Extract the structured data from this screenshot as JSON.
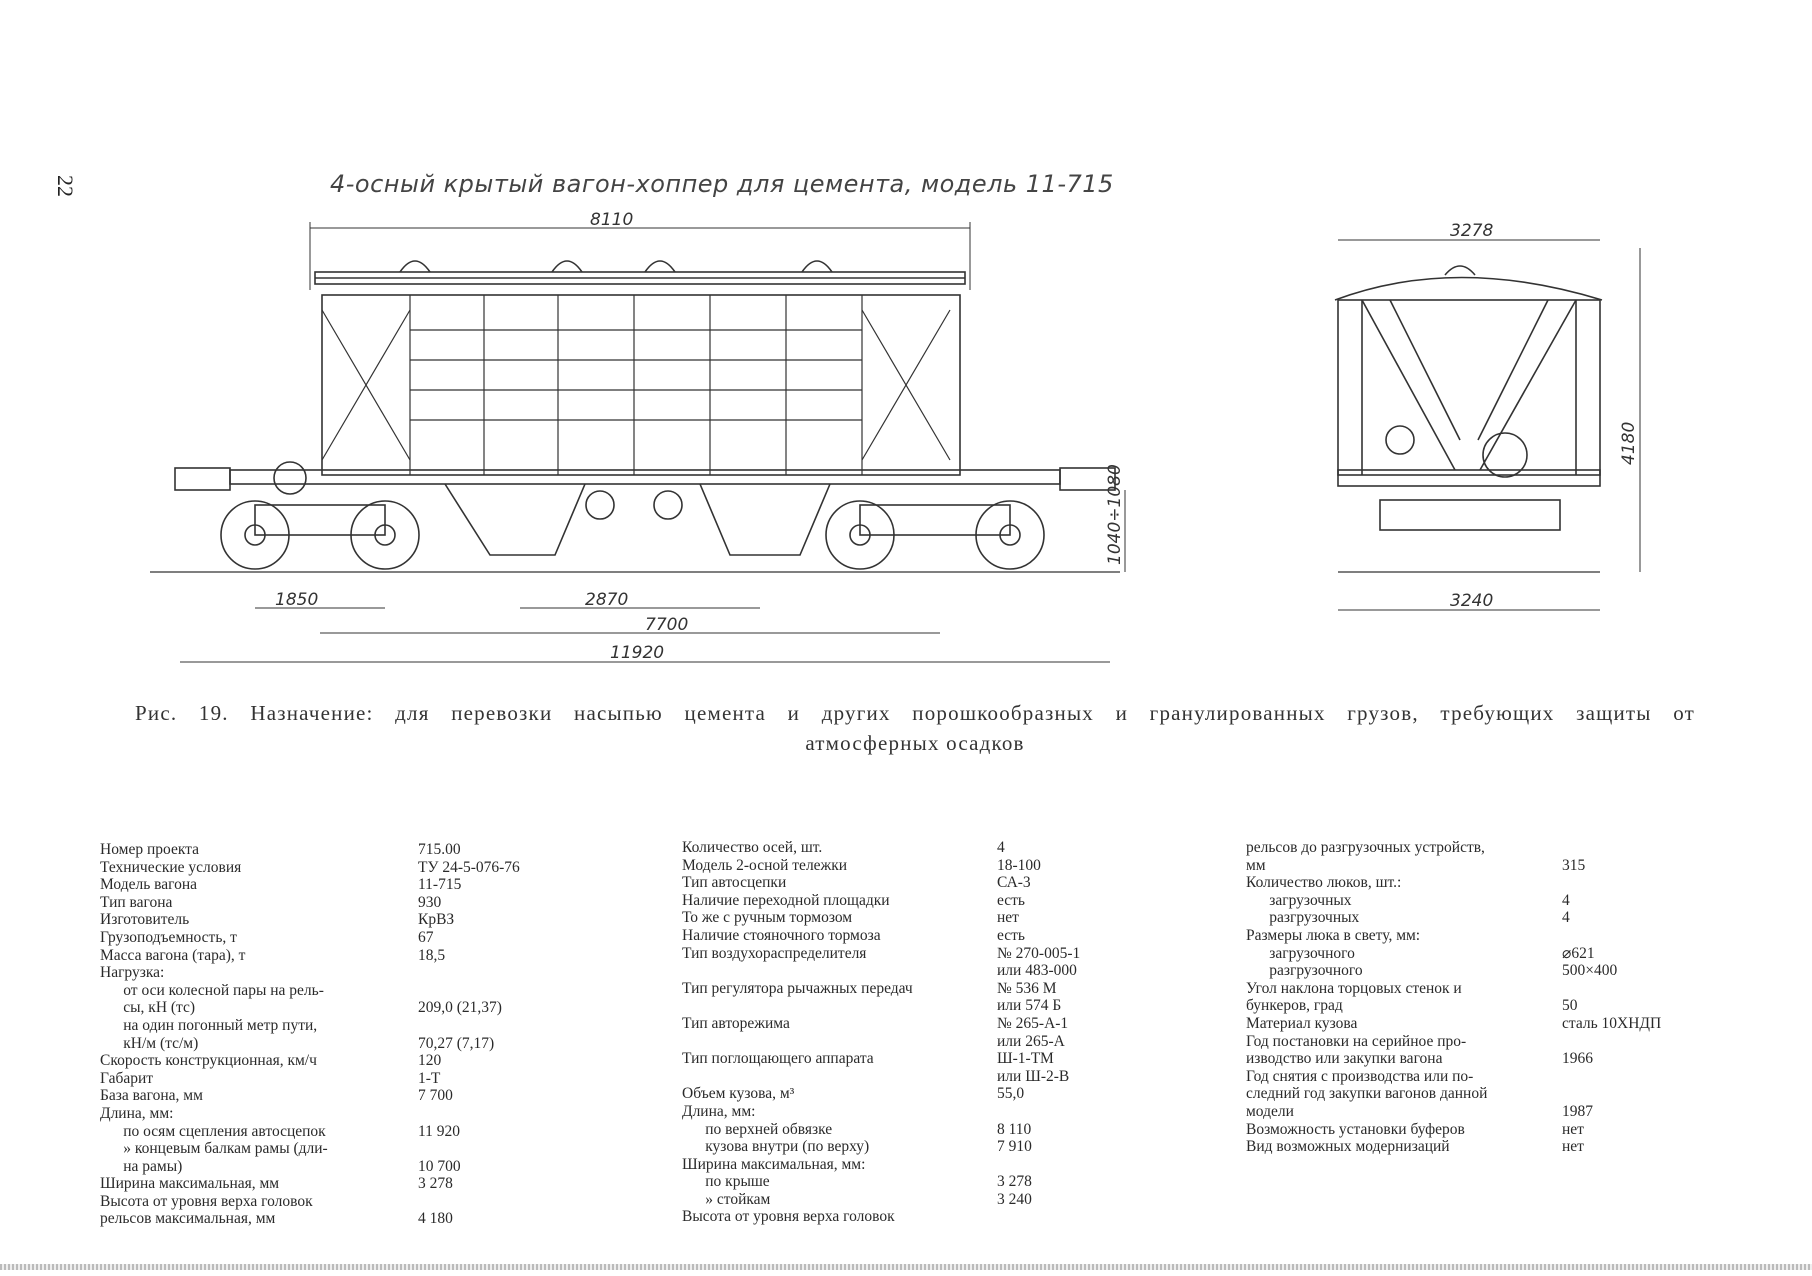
{
  "page_number": "22",
  "drawing_title": "4-осный крытый вагон-хоппер для цемента, модель 11-715",
  "dimensions": {
    "length_top": "8110",
    "bogie_wheelbase": "1850",
    "between_hoppers": "2870",
    "base": "7700",
    "length_total": "11920",
    "coupler_height": "1040÷1080",
    "end_width_top": "3278",
    "end_width_bottom": "3240",
    "end_height": "4180"
  },
  "caption": {
    "line1": "Рис. 19. Назначение: для перевозки насыпью цемента и других порошкообразных и гранулированных грузов, требующих защиты от",
    "line2": "атмосферных осадков"
  },
  "col1": [
    {
      "label": "Номер проекта",
      "value": "715.00"
    },
    {
      "label": "Технические условия",
      "value": "ТУ 24-5-076-76"
    },
    {
      "label": "Модель вагона",
      "value": "11-715"
    },
    {
      "label": "Тип вагона",
      "value": "930"
    },
    {
      "label": "Изготовитель",
      "value": "КрВЗ"
    },
    {
      "label": "Грузоподъемность, т",
      "value": "67"
    },
    {
      "label": "Масса вагона (тара), т",
      "value": "18,5"
    },
    {
      "label": "Нагрузка:",
      "value": ""
    },
    {
      "label": "      от оси колесной пары на рель-",
      "value": ""
    },
    {
      "label": "      сы, кН (тс)",
      "value": "209,0 (21,37)"
    },
    {
      "label": "      на один погонный метр пути,",
      "value": ""
    },
    {
      "label": "      кН/м (тс/м)",
      "value": "70,27 (7,17)"
    },
    {
      "label": "Скорость конструкционная, км/ч",
      "value": "120"
    },
    {
      "label": "Габарит",
      "value": "1-Т"
    },
    {
      "label": "База вагона, мм",
      "value": "7 700"
    },
    {
      "label": "Длина, мм:",
      "value": ""
    },
    {
      "label": "      по осям сцепления автосцепок",
      "value": "11 920"
    },
    {
      "label": "      » концевым балкам рамы (дли-",
      "value": ""
    },
    {
      "label": "      на рамы)",
      "value": "10 700"
    },
    {
      "label": "Ширина максимальная, мм",
      "value": "3 278"
    },
    {
      "label": "Высота от уровня верха головок",
      "value": ""
    },
    {
      "label": "рельсов максимальная, мм",
      "value": "4 180"
    }
  ],
  "col2": [
    {
      "label": "Количество осей, шт.",
      "value": "4"
    },
    {
      "label": "Модель 2-осной тележки",
      "value": "18-100"
    },
    {
      "label": "Тип автосцепки",
      "value": "СА-3"
    },
    {
      "label": "Наличие переходной площадки",
      "value": "есть"
    },
    {
      "label": "То же с ручным тормозом",
      "value": "нет"
    },
    {
      "label": "Наличие стояночного тормоза",
      "value": "есть"
    },
    {
      "label": "Тип воздухораспределителя",
      "value": "№ 270-005-1"
    },
    {
      "label": "",
      "value": "или 483-000"
    },
    {
      "label": "Тип регулятора рычажных передач",
      "value": "№ 536 М"
    },
    {
      "label": "",
      "value": "или 574 Б"
    },
    {
      "label": "Тип авторежима",
      "value": "№ 265-А-1"
    },
    {
      "label": "",
      "value": "или 265-А"
    },
    {
      "label": "Тип поглощающего аппарата",
      "value": "Ш-1-ТМ"
    },
    {
      "label": "",
      "value": "или Ш-2-В"
    },
    {
      "label": "Объем кузова, м³",
      "value": "55,0"
    },
    {
      "label": "Длина, мм:",
      "value": ""
    },
    {
      "label": "      по верхней обвязке",
      "value": "8 110"
    },
    {
      "label": "      кузова внутри (по верху)",
      "value": "7 910"
    },
    {
      "label": "Ширина максимальная, мм:",
      "value": ""
    },
    {
      "label": "      по крыше",
      "value": "3 278"
    },
    {
      "label": "      » стойкам",
      "value": "3 240"
    },
    {
      "label": "Высота от уровня верха головок",
      "value": ""
    }
  ],
  "col3": [
    {
      "label": "рельсов до разгрузочных устройств,",
      "value": ""
    },
    {
      "label": "мм",
      "value": "315"
    },
    {
      "label": "Количество люков, шт.:",
      "value": ""
    },
    {
      "label": "      загрузочных",
      "value": "4"
    },
    {
      "label": "      разгрузочных",
      "value": "4"
    },
    {
      "label": "Размеры люка в свету, мм:",
      "value": ""
    },
    {
      "label": "      загрузочного",
      "value": "⌀621"
    },
    {
      "label": "      разгрузочного",
      "value": "500×400"
    },
    {
      "label": "Угол наклона торцовых стенок и",
      "value": ""
    },
    {
      "label": "бункеров, град",
      "value": "50"
    },
    {
      "label": "Материал кузова",
      "value": "сталь 10ХНДП"
    },
    {
      "label": "Год постановки на серийное про-",
      "value": ""
    },
    {
      "label": "изводство или закупки вагона",
      "value": "1966"
    },
    {
      "label": "Год снятия с производства или по-",
      "value": ""
    },
    {
      "label": "следний год закупки вагонов данной",
      "value": ""
    },
    {
      "label": "модели",
      "value": "1987"
    },
    {
      "label": "Возможность установки буферов",
      "value": "нет"
    },
    {
      "label": "Вид возможных модернизаций",
      "value": "нет"
    }
  ]
}
